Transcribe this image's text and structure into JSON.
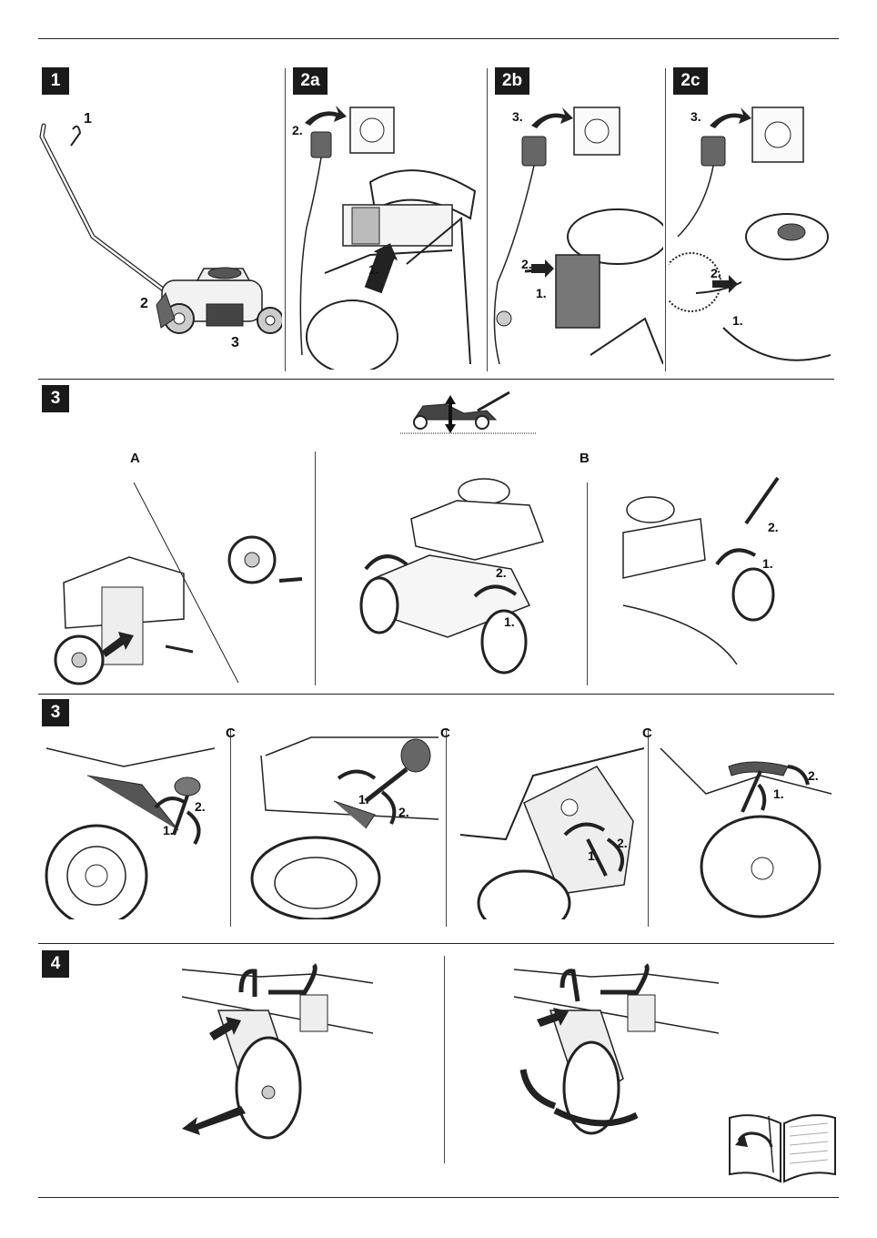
{
  "sections": {
    "s1": {
      "badge": "1",
      "callouts": [
        "1",
        "2",
        "3"
      ]
    },
    "s2a": {
      "badge": "2a",
      "callouts": [
        "2.",
        "1."
      ]
    },
    "s2b": {
      "badge": "2b",
      "callouts": [
        "3.",
        "2.",
        "1."
      ]
    },
    "s2c": {
      "badge": "2c",
      "callouts": [
        "3.",
        "2.",
        "1."
      ]
    },
    "s3": {
      "badge": "3",
      "variant_a": "A",
      "variant_b": "B",
      "callouts_mid": [
        "2.",
        "1."
      ],
      "callouts_b": [
        "2.",
        "1."
      ]
    },
    "s3c": {
      "badge": "3",
      "variant": "C",
      "callouts_p1": [
        "2.",
        "1."
      ],
      "callouts_p2": [
        "1.",
        "2."
      ],
      "callouts_p3": [
        "2.",
        "1."
      ],
      "callouts_p4": [
        "2.",
        "1."
      ]
    },
    "s4": {
      "badge": "4"
    }
  },
  "icons": [
    "wall-socket-icon",
    "charger-icon",
    "push-arrow-icon",
    "rotate-arrow-icon",
    "lawnmower-icon",
    "wheel-icon",
    "manual-book-icon"
  ]
}
